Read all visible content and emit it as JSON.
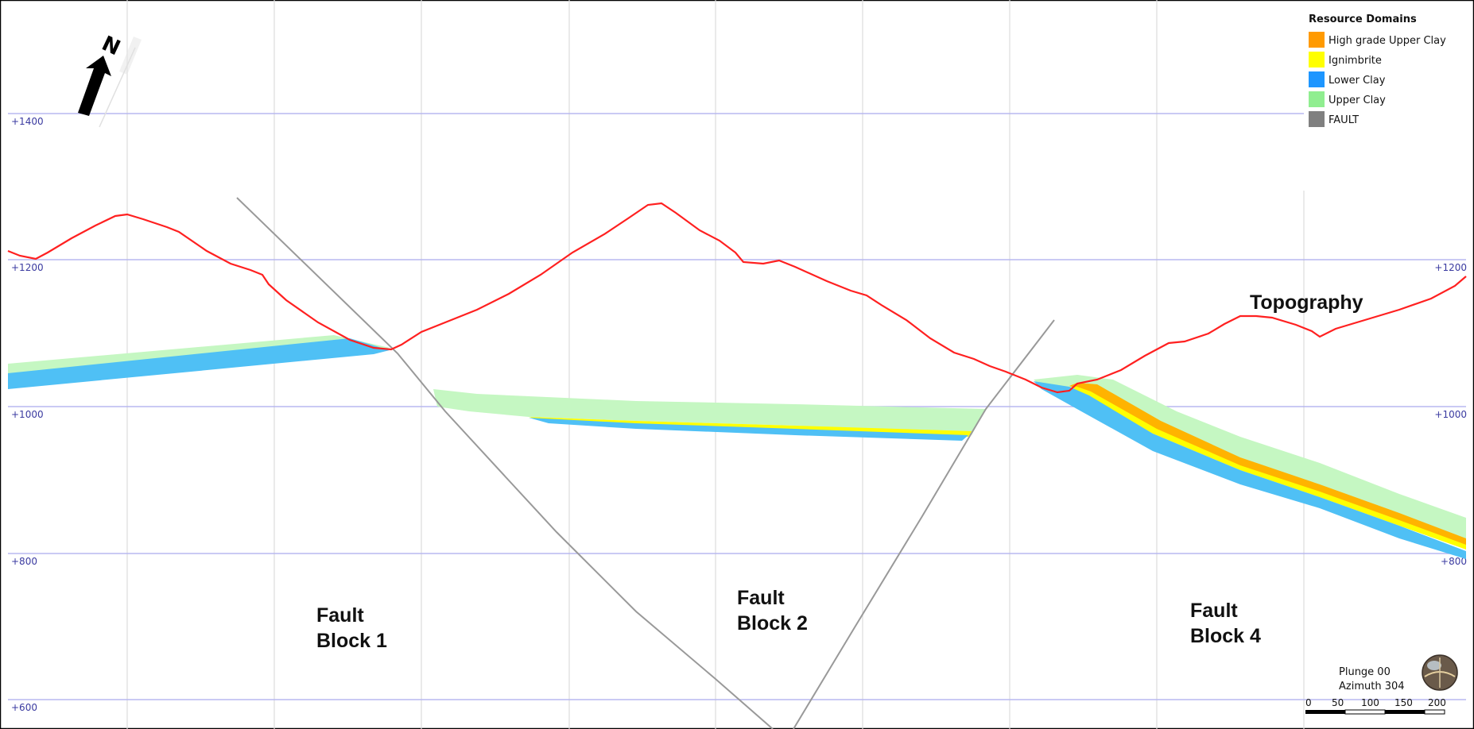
{
  "elevation_labels": {
    "e1400": "+1400",
    "e1200": "+1200",
    "e1000": "+1000",
    "e800": "+800",
    "e600": "+600"
  },
  "north_arrow": {
    "letter": "N",
    "icon": "north-arrow-icon"
  },
  "legend": {
    "title": "Resource Domains",
    "items": [
      {
        "label": "High grade Upper Clay",
        "color": "#ff9a00"
      },
      {
        "label": "Ignimbrite",
        "color": "#ffff00"
      },
      {
        "label": "Lower Clay",
        "color": "#1e96ff"
      },
      {
        "label": "Upper Clay",
        "color": "#90ee90"
      },
      {
        "label": "FAULT",
        "color": "#808080"
      }
    ]
  },
  "annotations": {
    "topography": "Topography",
    "block1_line1": "Fault",
    "block1_line2": "Block 1",
    "block2_line1": "Fault",
    "block2_line2": "Block 2",
    "block4_line1": "Fault",
    "block4_line2": "Block 4"
  },
  "view_info": {
    "plunge": "Plunge 00",
    "azimuth": "Azimuth 304",
    "icon": "orientation-sphere-icon"
  },
  "scale_bar": {
    "ticks": [
      "0",
      "50",
      "100",
      "150",
      "200"
    ]
  },
  "colors": {
    "grid_major": "#b8b8f0",
    "grid_minor": "#dcdcdc",
    "topography": "#ff2020",
    "fault": "#999999",
    "upper_clay": "#c5f7c2",
    "high_grade": "#ffb300",
    "ignimbrite": "#ffff00",
    "lower_clay": "#4fc0f5"
  }
}
